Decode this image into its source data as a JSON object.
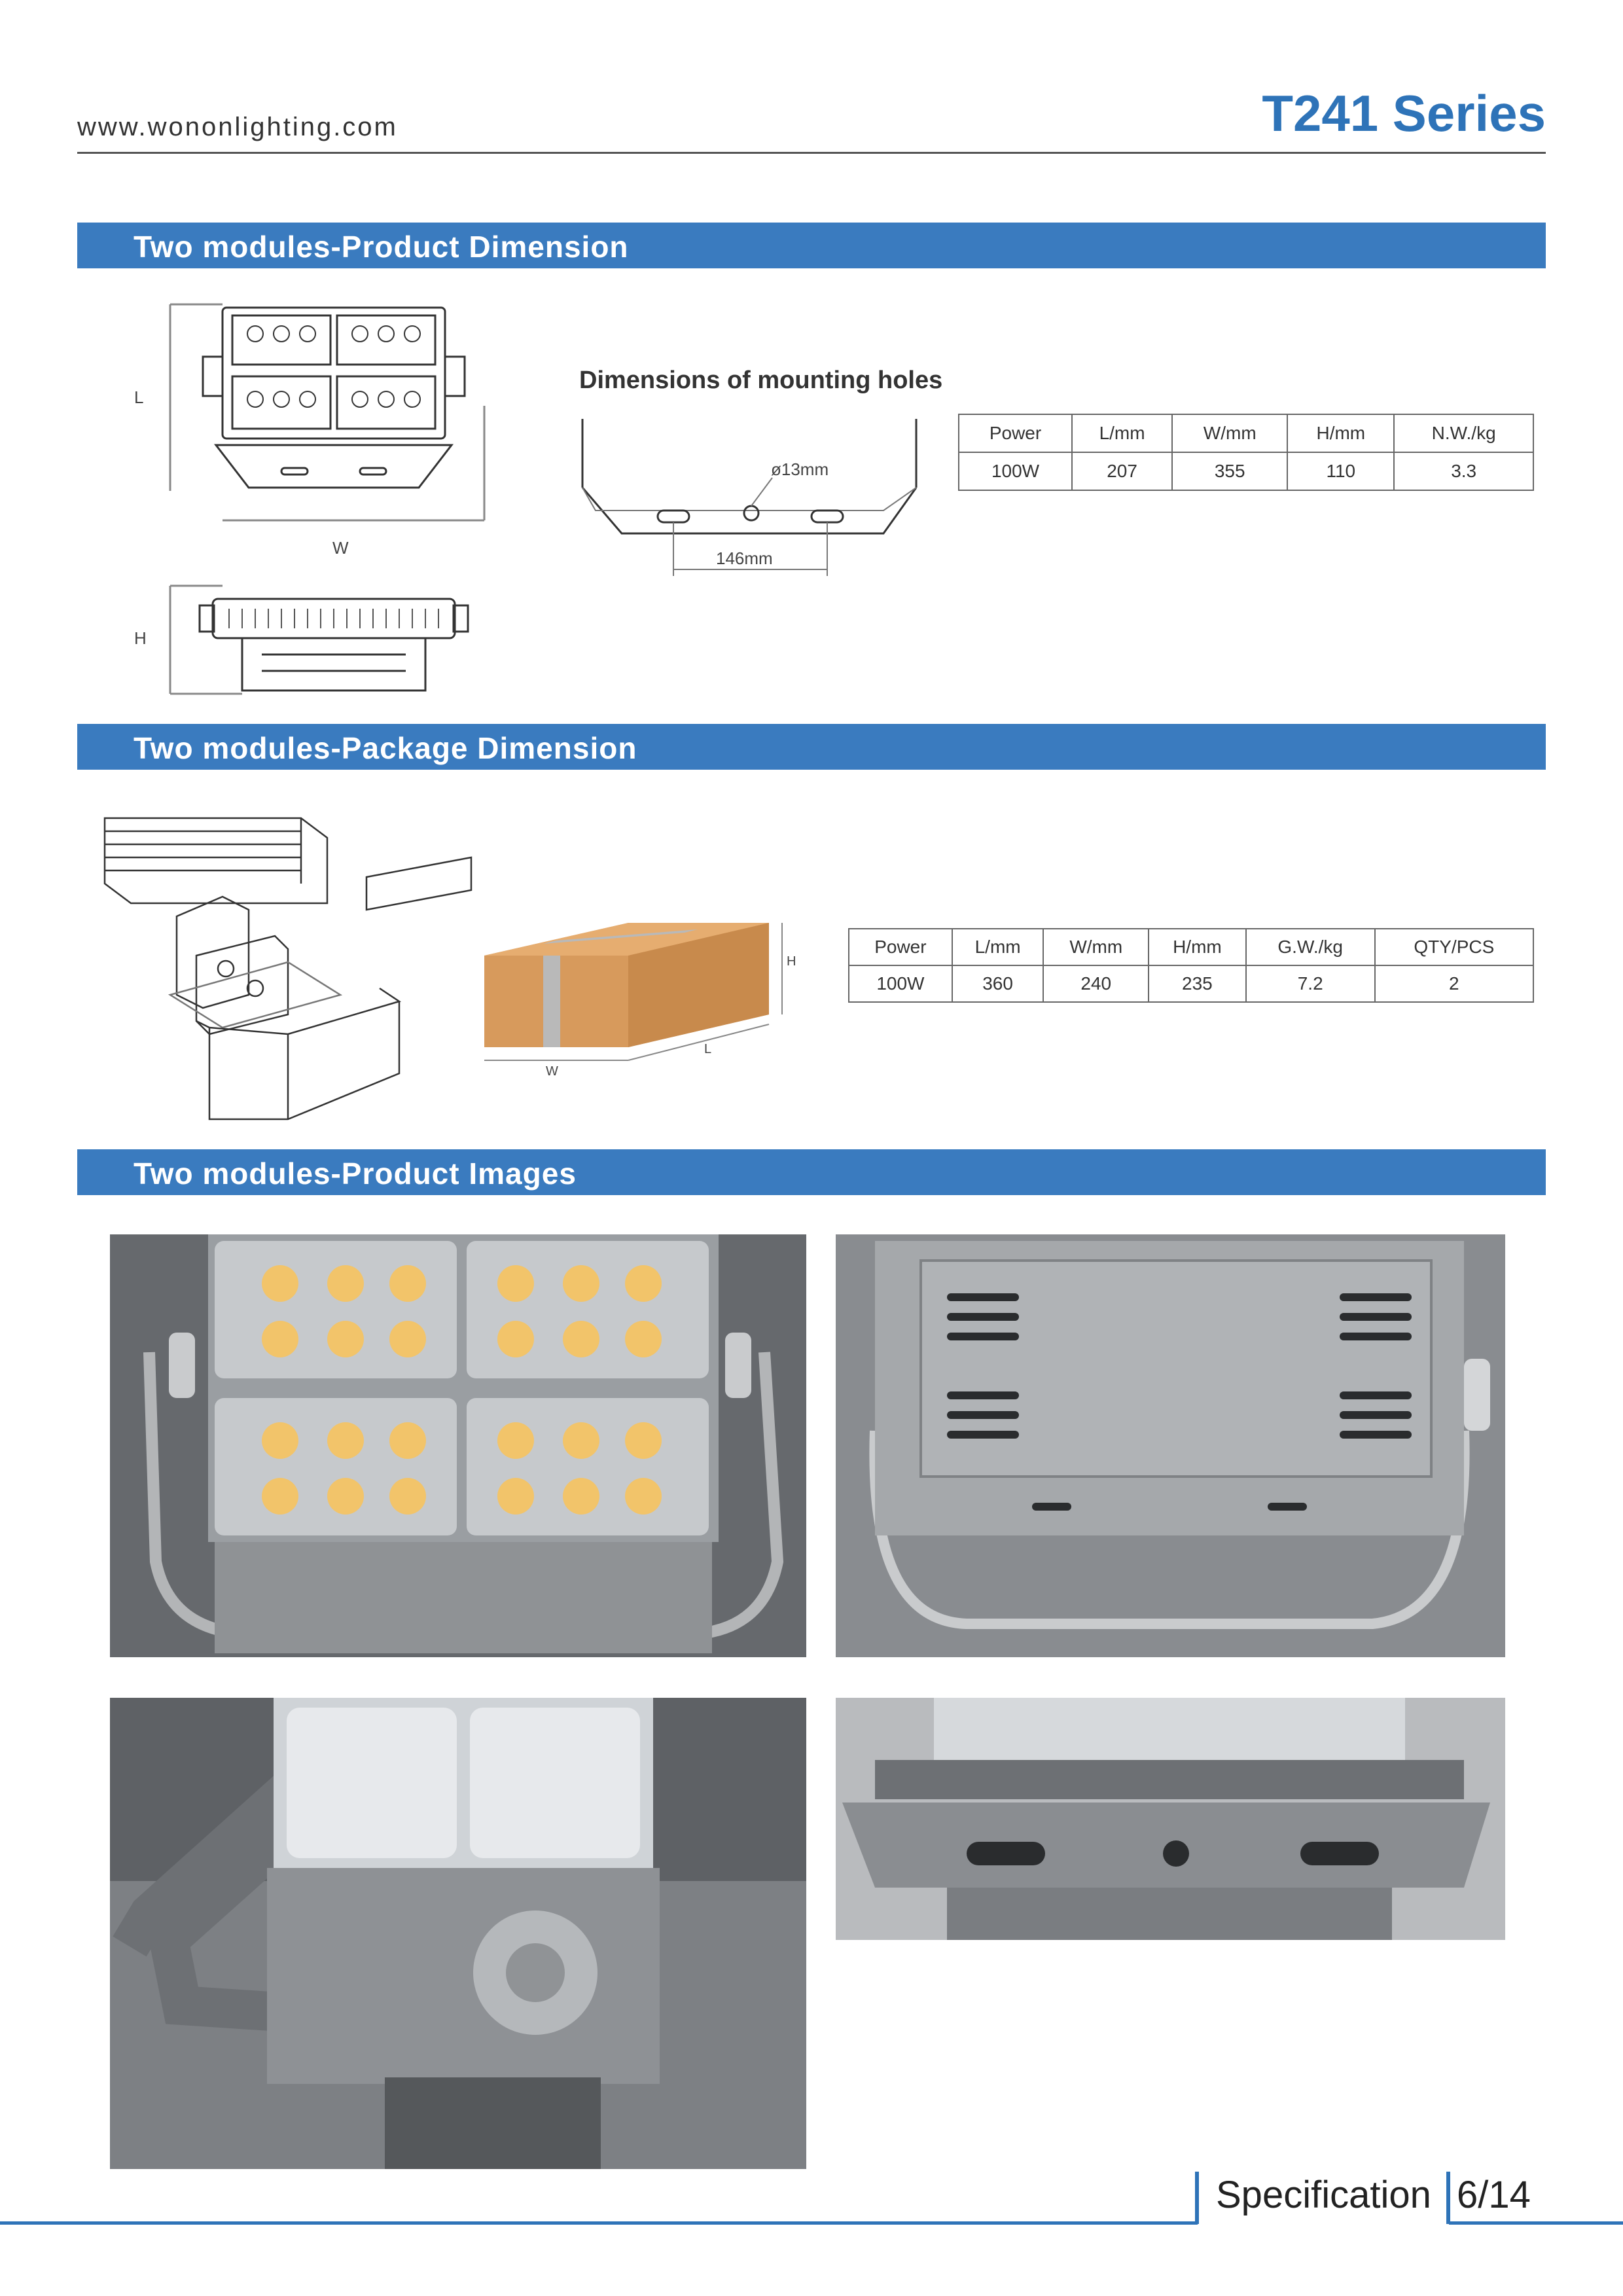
{
  "header": {
    "website": "www.wononlighting.com",
    "series": "T241 Series"
  },
  "sections": {
    "product_dimension": "Two modules-Product Dimension",
    "package_dimension": "Two modules-Package Dimension",
    "product_images": "Two modules-Product Images"
  },
  "drawing_labels": {
    "l": "L",
    "w": "W",
    "h": "H",
    "mounting_title": "Dimensions of mounting holes",
    "hole_diameter": "ø13mm",
    "hole_spacing": "146mm",
    "box_h": "H",
    "box_w": "W",
    "box_l": "L"
  },
  "product_table": {
    "headers": [
      "Power",
      "L/mm",
      "W/mm",
      "H/mm",
      "N.W./kg"
    ],
    "row": [
      "100W",
      "207",
      "355",
      "110",
      "3.3"
    ]
  },
  "package_table": {
    "headers": [
      "Power",
      "L/mm",
      "W/mm",
      "H/mm",
      "G.W./kg",
      "QTY/PCS"
    ],
    "row": [
      "100W",
      "360",
      "240",
      "235",
      "7.2",
      "2"
    ]
  },
  "footer": {
    "label": "Specification",
    "page": "6/14"
  },
  "colors": {
    "accent": "#3a7bbf",
    "title_blue": "#2e73b8",
    "carton": "#d79a5c"
  }
}
